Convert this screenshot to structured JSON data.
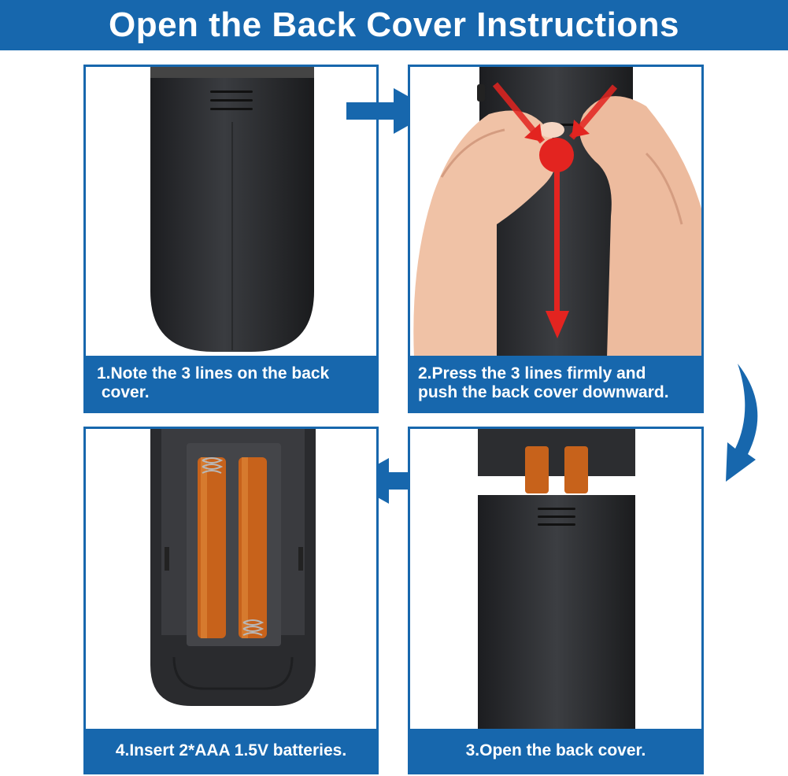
{
  "header": {
    "title": "Open the Back Cover Instructions"
  },
  "steps": [
    {
      "lines": [
        "1.Note the 3 lines on the back",
        " cover."
      ]
    },
    {
      "lines": [
        "2.Press the 3 lines firmly and",
        "push the back cover downward."
      ]
    },
    {
      "lines": [
        "3.Open the back cover."
      ]
    },
    {
      "lines": [
        "4.Insert 2*AAA 1.5V batteries."
      ]
    }
  ],
  "colors": {
    "brand_blue": "#1767ad",
    "marker_red": "#e32420",
    "remote_black": "#2b2d30"
  },
  "icons": [
    "arrow-right-icon",
    "curved-arrow-down-icon",
    "arrow-left-icon",
    "red-press-marker-icon"
  ]
}
